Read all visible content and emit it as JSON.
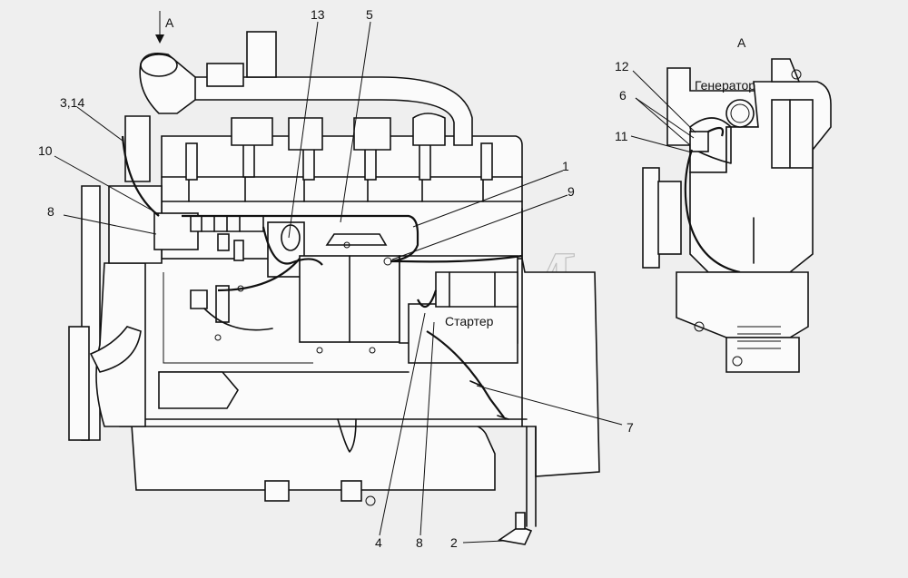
{
  "view_arrow_label": "А",
  "view_label": "А",
  "component_labels": {
    "generator": "Генератор",
    "starter": "Стартер"
  },
  "callouts": [
    "13",
    "5",
    "3,14",
    "10",
    "8",
    "1",
    "9",
    "7",
    "4",
    "8",
    "2",
    "12",
    "6",
    "11"
  ],
  "watermark": "СЕЛМ"
}
